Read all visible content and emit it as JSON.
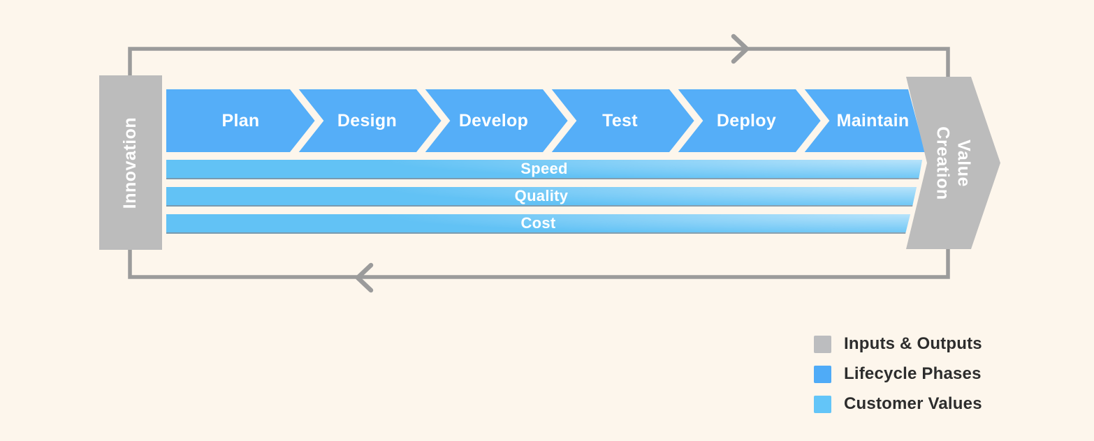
{
  "diagram": {
    "input_node": {
      "label": "Innovation"
    },
    "output_node": {
      "label": "Value Creation",
      "lines": [
        "Value",
        "Creation"
      ]
    },
    "phases": [
      "Plan",
      "Design",
      "Develop",
      "Test",
      "Deploy",
      "Maintain"
    ],
    "customer_values": [
      "Speed",
      "Quality",
      "Cost"
    ]
  },
  "legend": {
    "items": [
      {
        "label": "Inputs & Outputs",
        "color": "#bcbdbf"
      },
      {
        "label": "Lifecycle Phases",
        "color": "#4fabf7"
      },
      {
        "label": "Customer Values",
        "color": "#63c5f8"
      }
    ]
  },
  "colors": {
    "background": "#fdf6ec",
    "node_gray": "#bcbcbc",
    "phase_blue": "#55aef8",
    "value_blue": "#62c2f5",
    "loop_line": "#9b9b9b",
    "legend_text": "#2d2d2d"
  }
}
